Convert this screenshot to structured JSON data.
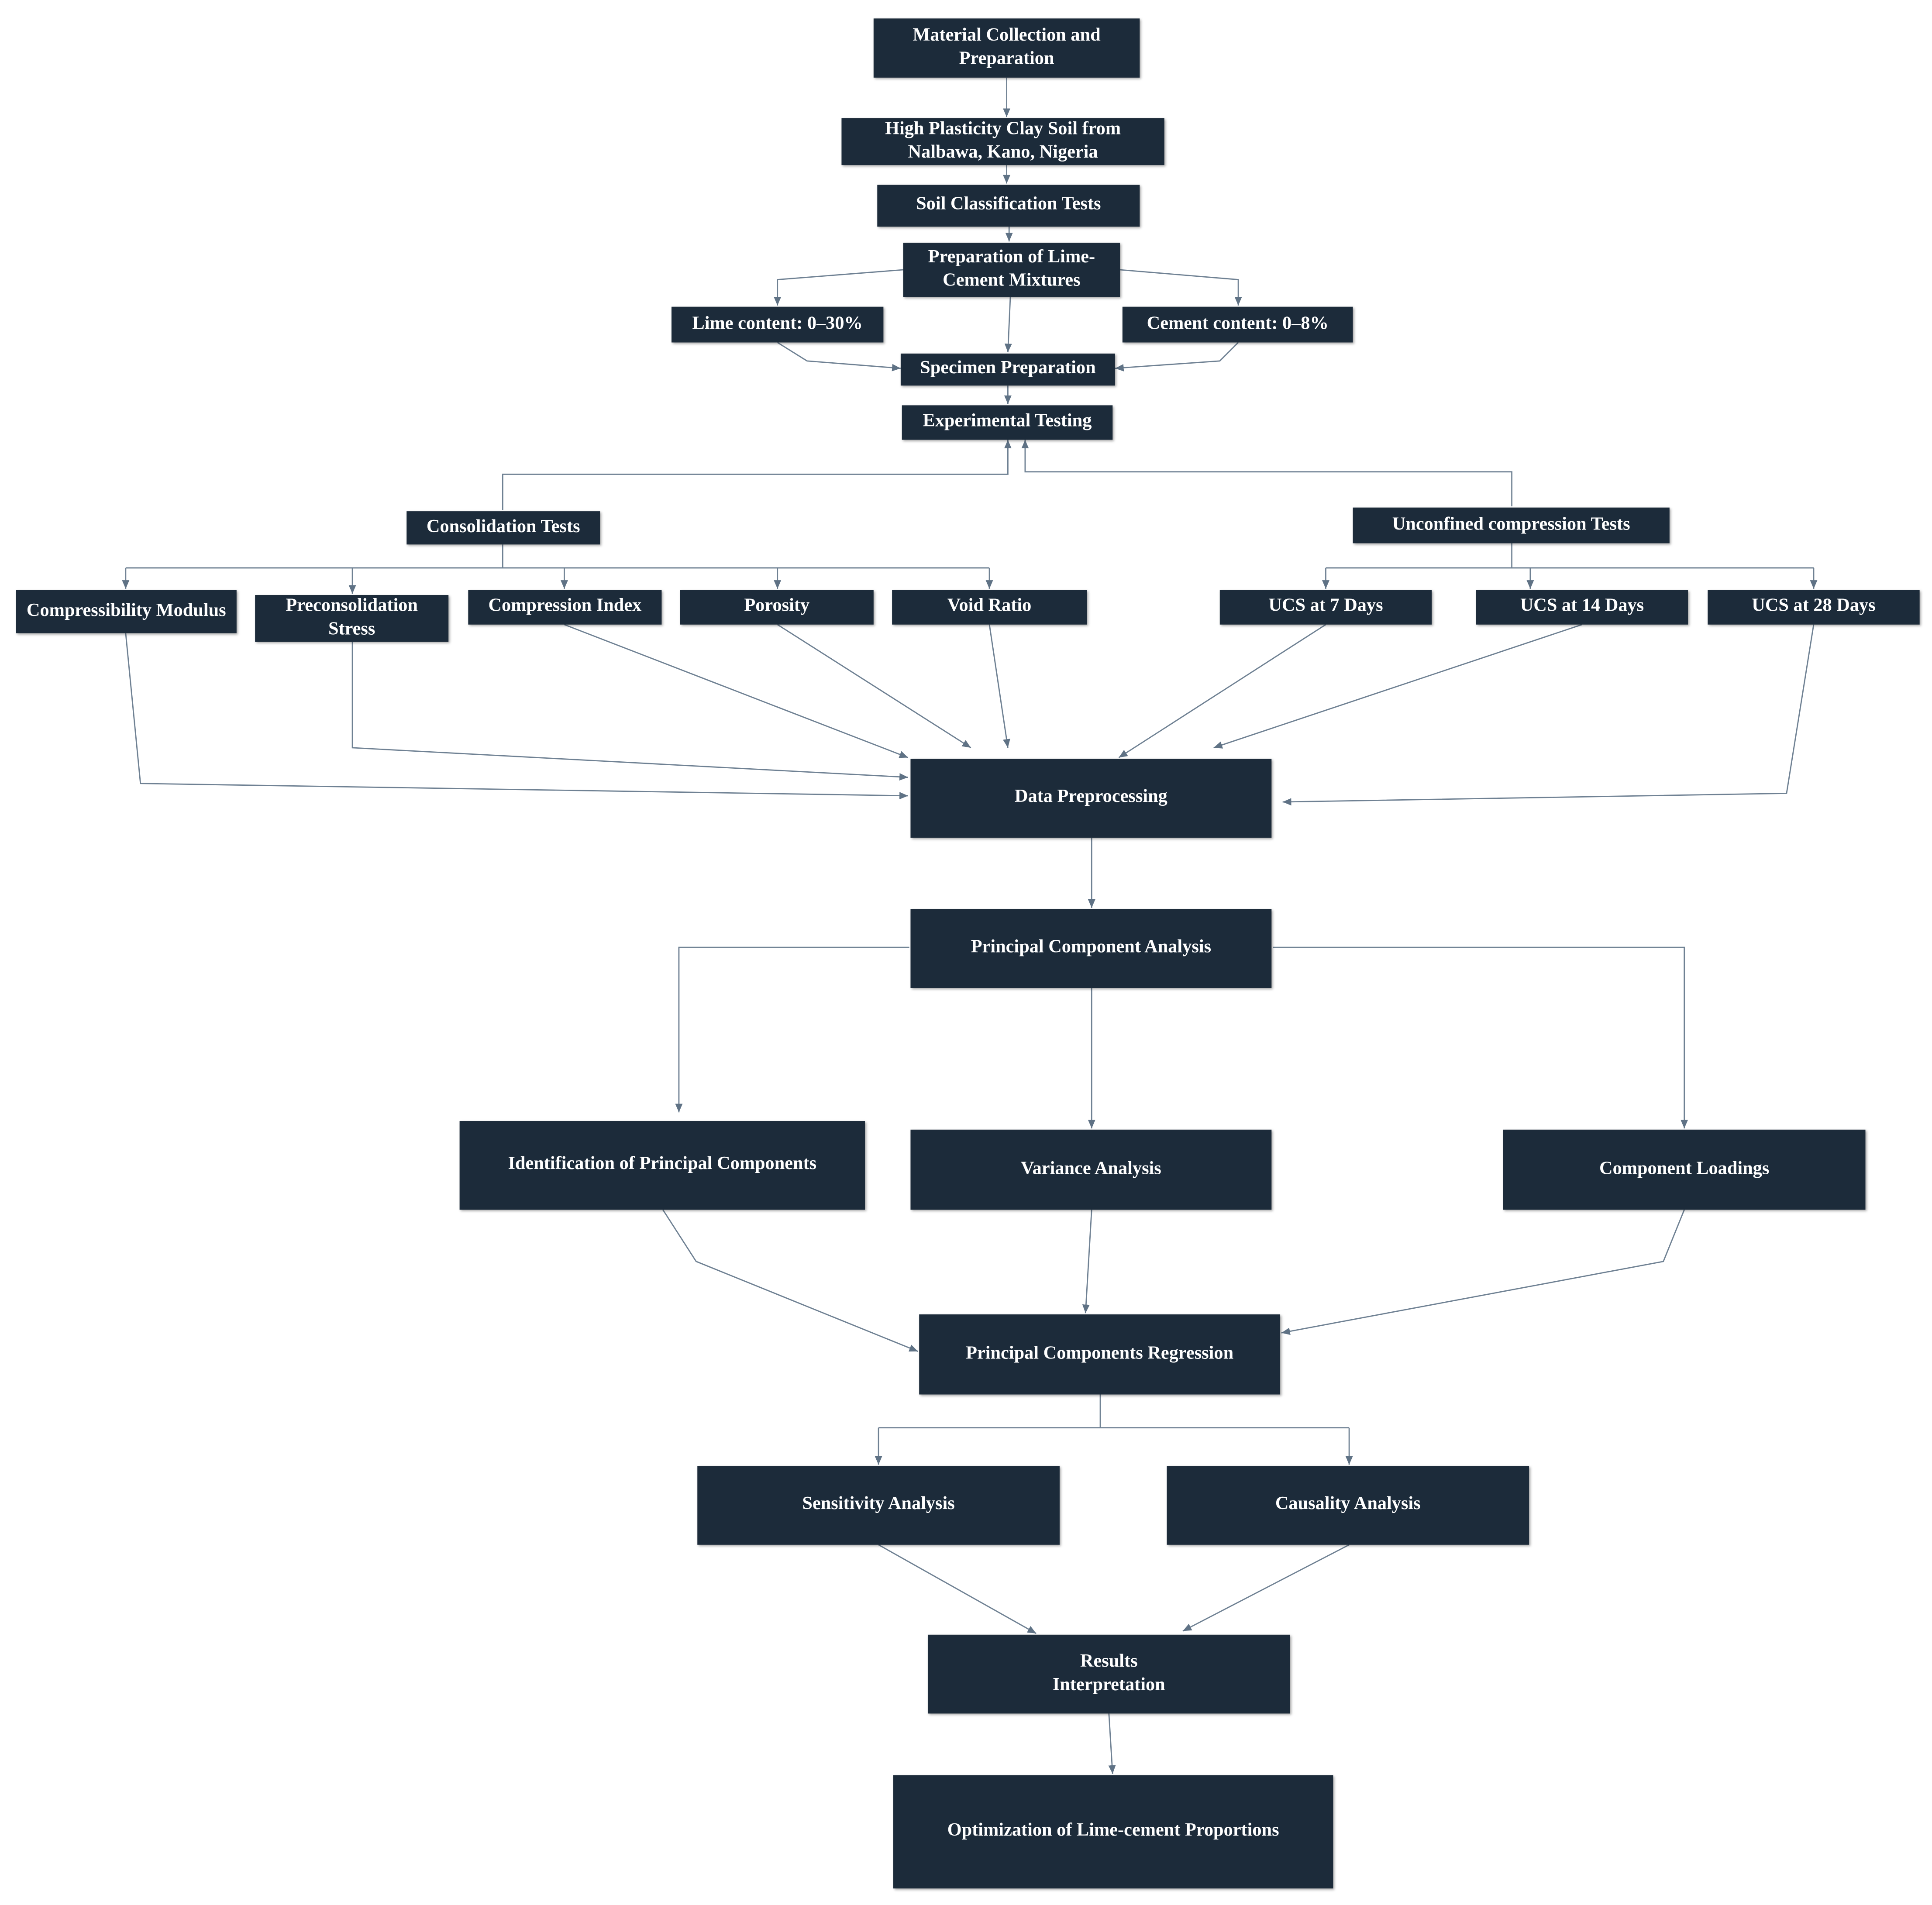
{
  "title": "",
  "colors": {
    "box_fill": "#1c2b3a",
    "box_text": "#ffffff",
    "connector": "#6f8193",
    "background": "#ffffff"
  },
  "nodes": {
    "material_collection": "Material Collection and Preparation",
    "clay_soil": "High Plasticity Clay Soil from Nalbawa, Kano, Nigeria",
    "soil_classification": "Soil Classification Tests",
    "lime_cement_mixtures": "Preparation of Lime-Cement Mixtures",
    "lime_content": "Lime content: 0–30%",
    "cement_content": "Cement content: 0–8%",
    "specimen_preparation": "Specimen Preparation",
    "experimental_testing": "Experimental Testing",
    "consolidation_tests": "Consolidation Tests",
    "ucs_tests": "Unconfined compression Tests",
    "compressibility_modulus": "Compressibility Modulus",
    "preconsolidation_stress": "Preconsolidation Stress",
    "compression_index": "Compression Index",
    "porosity": "Porosity",
    "void_ratio": "Void Ratio",
    "ucs_7": "UCS at 7 Days",
    "ucs_14": "UCS at 14 Days",
    "ucs_28": "UCS at 28 Days",
    "data_preprocessing": "Data Preprocessing",
    "pca": "Principal Component Analysis",
    "identification_pc": "Identification of Principal Components",
    "variance_analysis": "Variance Analysis",
    "component_loadings": "Component Loadings",
    "pcr": "Principal Components Regression",
    "sensitivity_analysis": "Sensitivity Analysis",
    "causality_analysis": "Causality Analysis",
    "results_interpretation": "Results\nInterpretation",
    "optimization": "Optimization of Lime-cement Proportions"
  },
  "edges": [
    [
      "material_collection",
      "clay_soil"
    ],
    [
      "clay_soil",
      "soil_classification"
    ],
    [
      "soil_classification",
      "lime_cement_mixtures"
    ],
    [
      "lime_cement_mixtures",
      "lime_content"
    ],
    [
      "lime_cement_mixtures",
      "cement_content"
    ],
    [
      "lime_cement_mixtures",
      "specimen_preparation"
    ],
    [
      "lime_content",
      "specimen_preparation"
    ],
    [
      "cement_content",
      "specimen_preparation"
    ],
    [
      "specimen_preparation",
      "experimental_testing"
    ],
    [
      "consolidation_tests",
      "experimental_testing"
    ],
    [
      "ucs_tests",
      "experimental_testing"
    ],
    [
      "consolidation_tests",
      "compressibility_modulus"
    ],
    [
      "consolidation_tests",
      "preconsolidation_stress"
    ],
    [
      "consolidation_tests",
      "compression_index"
    ],
    [
      "consolidation_tests",
      "porosity"
    ],
    [
      "consolidation_tests",
      "void_ratio"
    ],
    [
      "ucs_tests",
      "ucs_7"
    ],
    [
      "ucs_tests",
      "ucs_14"
    ],
    [
      "ucs_tests",
      "ucs_28"
    ],
    [
      "compressibility_modulus",
      "data_preprocessing"
    ],
    [
      "preconsolidation_stress",
      "data_preprocessing"
    ],
    [
      "compression_index",
      "data_preprocessing"
    ],
    [
      "porosity",
      "data_preprocessing"
    ],
    [
      "void_ratio",
      "data_preprocessing"
    ],
    [
      "ucs_7",
      "data_preprocessing"
    ],
    [
      "ucs_14",
      "data_preprocessing"
    ],
    [
      "ucs_28",
      "data_preprocessing"
    ],
    [
      "data_preprocessing",
      "pca"
    ],
    [
      "pca",
      "identification_pc"
    ],
    [
      "pca",
      "variance_analysis"
    ],
    [
      "pca",
      "component_loadings"
    ],
    [
      "identification_pc",
      "pcr"
    ],
    [
      "variance_analysis",
      "pcr"
    ],
    [
      "component_loadings",
      "pcr"
    ],
    [
      "pcr",
      "sensitivity_analysis"
    ],
    [
      "pcr",
      "causality_analysis"
    ],
    [
      "sensitivity_analysis",
      "results_interpretation"
    ],
    [
      "causality_analysis",
      "results_interpretation"
    ],
    [
      "results_interpretation",
      "optimization"
    ]
  ]
}
